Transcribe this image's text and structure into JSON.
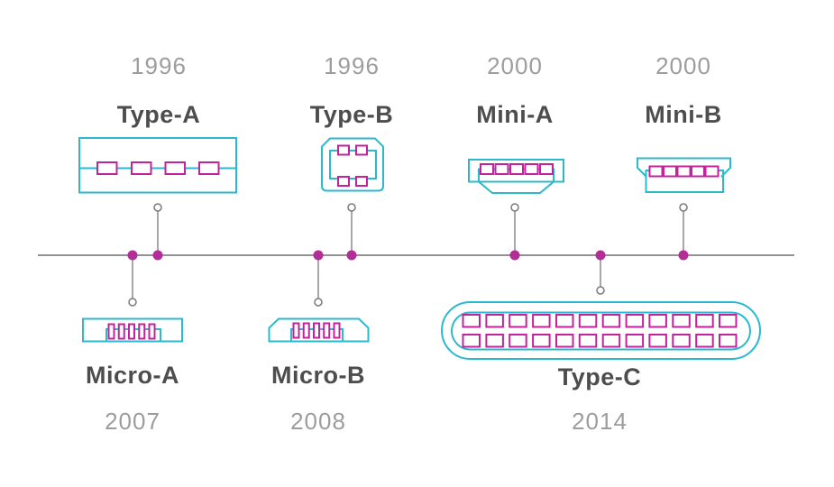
{
  "colors": {
    "connector_outline": "#2BB9CE",
    "connector_pin": "#C2239C",
    "timeline_dot": "#B22D96",
    "timeline_line": "#6F6F6F",
    "label_text": "#4D4D4D",
    "year_text": "#9D9D9D"
  },
  "timeline": {
    "items": [
      {
        "id": "type-a",
        "label": "Type-A",
        "year": "1996",
        "side": "above"
      },
      {
        "id": "type-b",
        "label": "Type-B",
        "year": "1996",
        "side": "above"
      },
      {
        "id": "mini-a",
        "label": "Mini-A",
        "year": "2000",
        "side": "above"
      },
      {
        "id": "mini-b",
        "label": "Mini-B",
        "year": "2000",
        "side": "above"
      },
      {
        "id": "micro-a",
        "label": "Micro-A",
        "year": "2007",
        "side": "below"
      },
      {
        "id": "micro-b",
        "label": "Micro-B",
        "year": "2008",
        "side": "below"
      },
      {
        "id": "type-c",
        "label": "Type-C",
        "year": "2014",
        "side": "below"
      }
    ]
  }
}
